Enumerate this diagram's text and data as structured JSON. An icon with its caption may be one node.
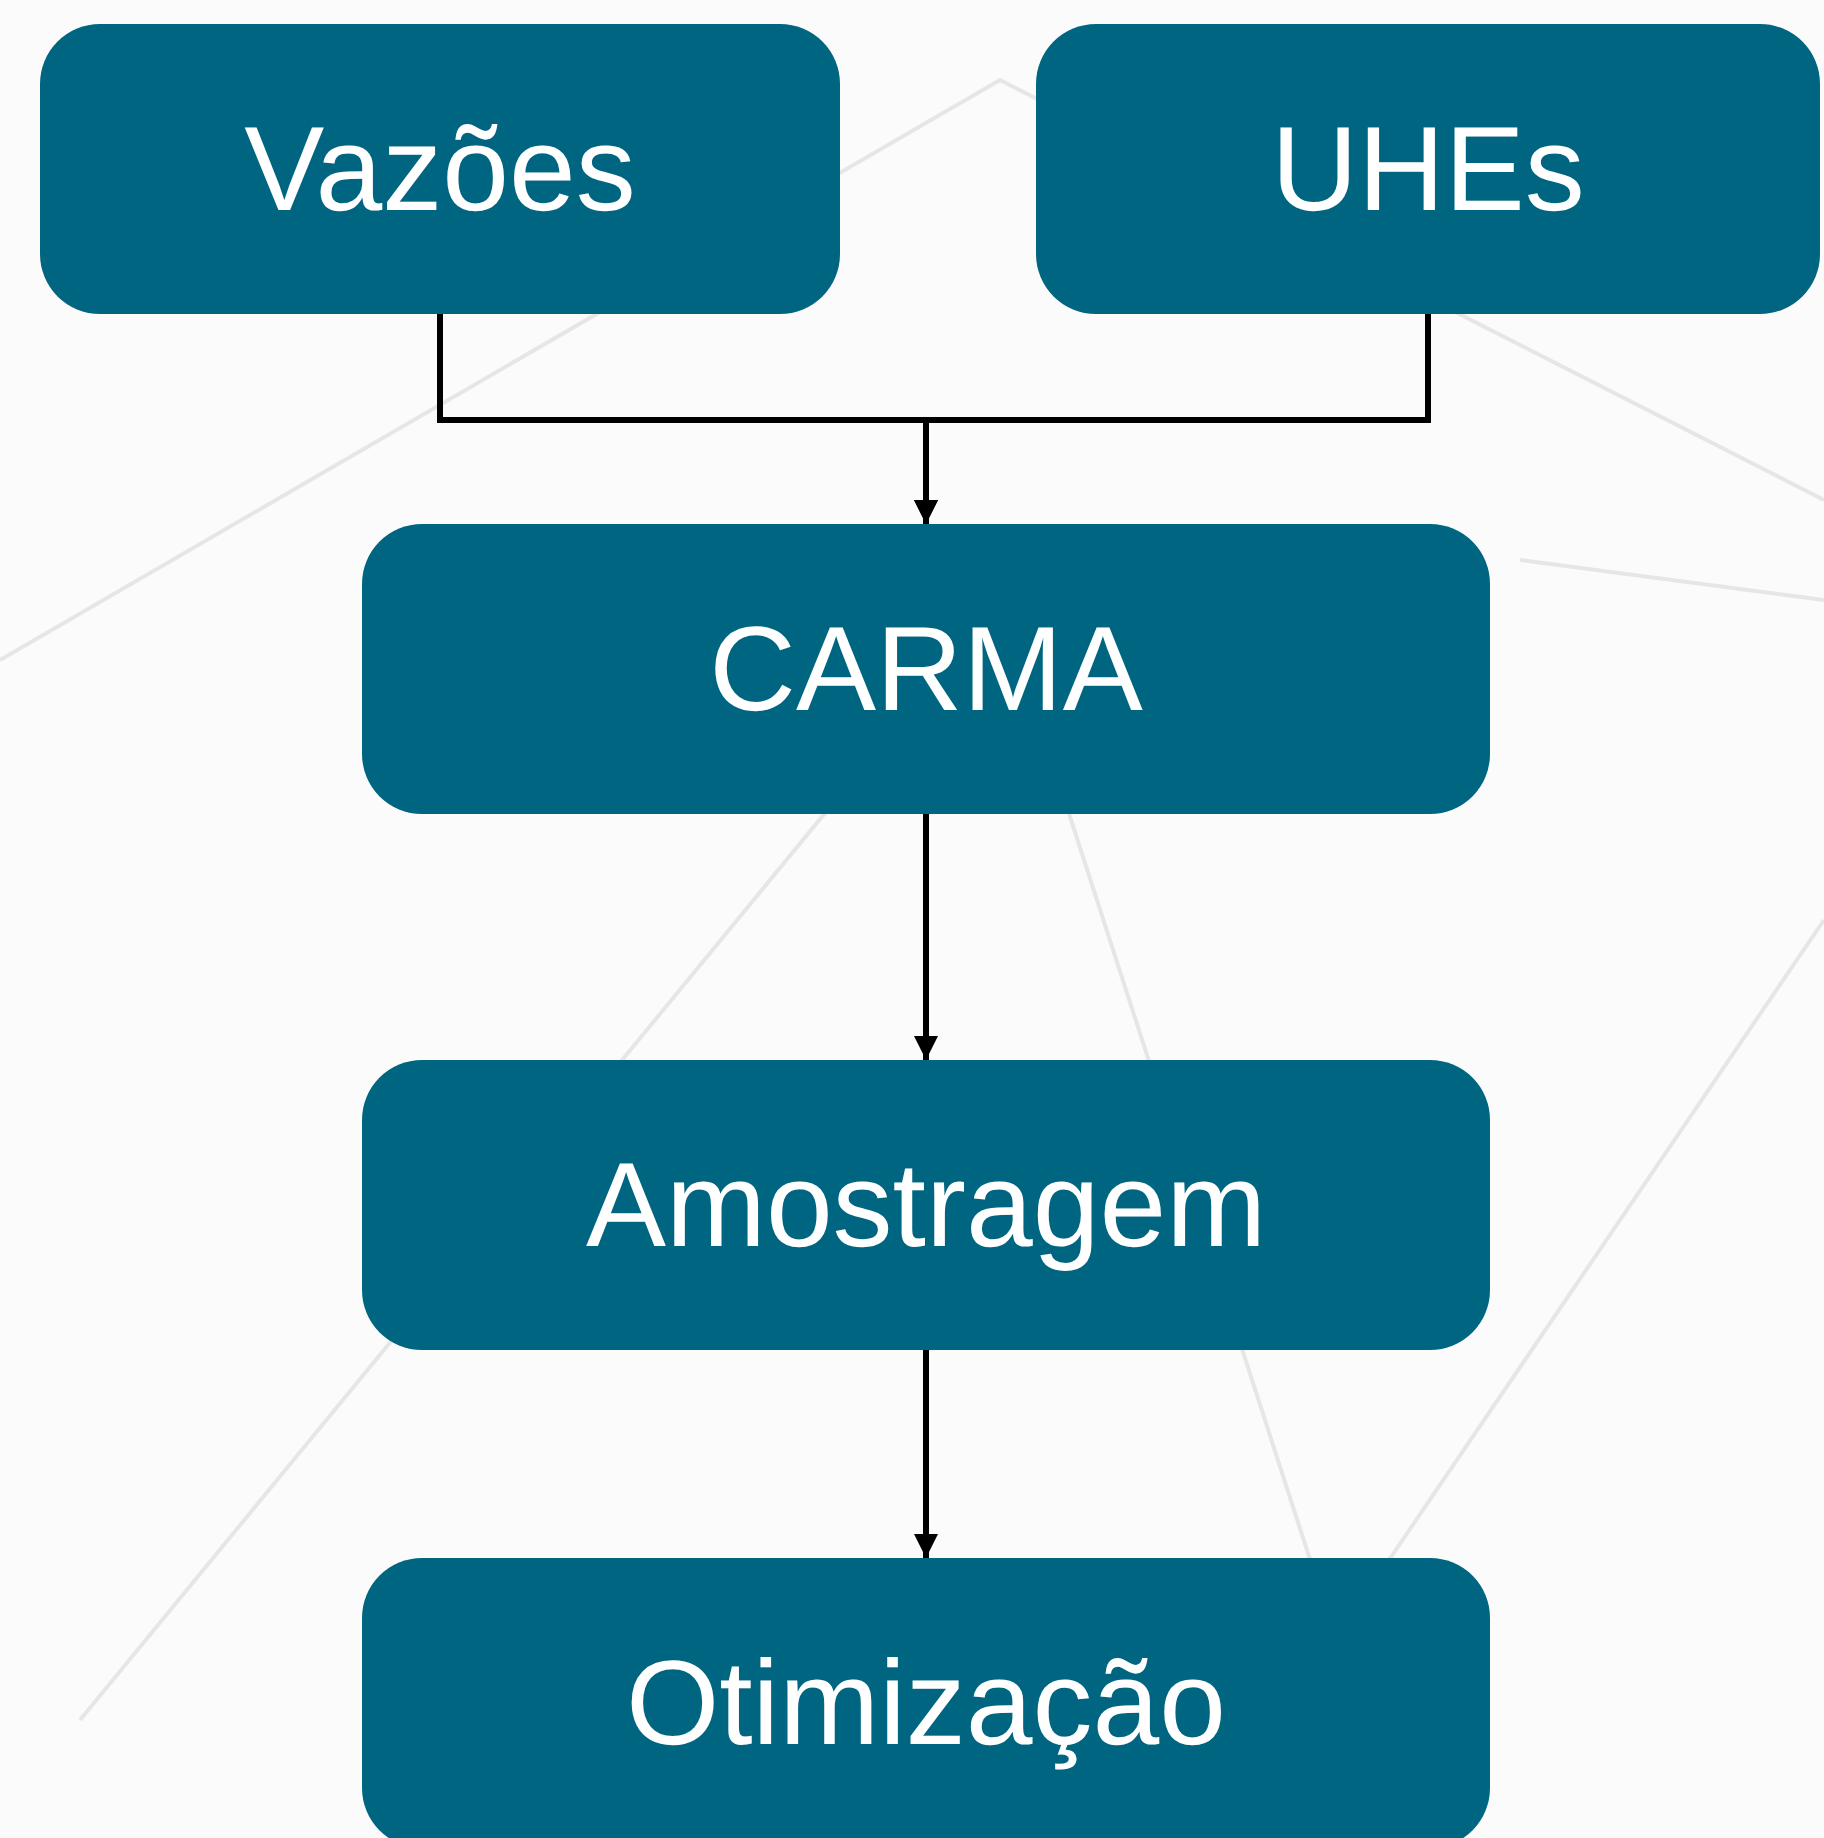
{
  "diagram": {
    "nodes": [
      {
        "text": [
          "Vazões"
        ]
      },
      {
        "text": [
          "UHEs"
        ]
      },
      {
        "text": [
          "CARMA"
        ]
      },
      {
        "text": [
          "Amostragem"
        ]
      },
      {
        "text": [
          "Otimização"
        ]
      }
    ],
    "edges": [
      {
        "from": 0,
        "to": 2,
        "arrow": "to"
      },
      {
        "from": 1,
        "to": 2,
        "arrow": "to"
      },
      {
        "from": 2,
        "to": 3,
        "arrow": "to"
      },
      {
        "from": 3,
        "to": 4,
        "arrow": "to"
      }
    ]
  }
}
